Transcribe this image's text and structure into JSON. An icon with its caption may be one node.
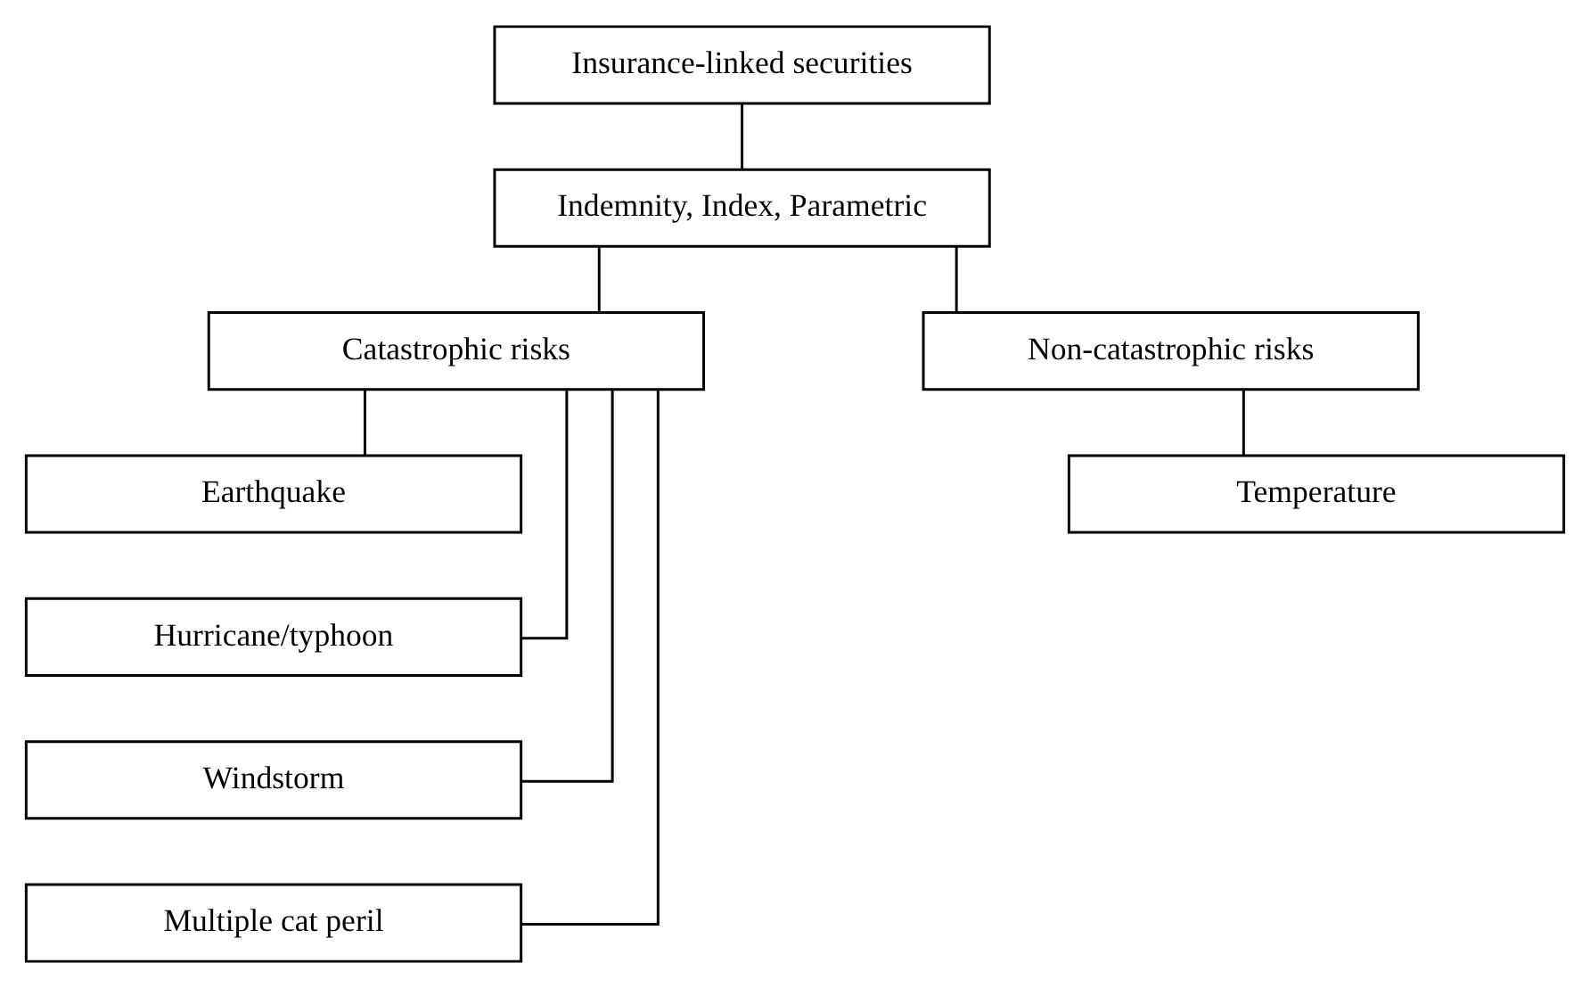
{
  "diagram": {
    "nodes": [
      {
        "text": [
          "Insurance-linked securities"
        ]
      },
      {
        "text": [
          "Indemnity, Index, Parametric"
        ]
      },
      {
        "text": [
          "Catastrophic risks"
        ]
      },
      {
        "text": [
          "Non-catastrophic risks"
        ]
      },
      {
        "text": [
          "Earthquake"
        ]
      },
      {
        "text": [
          "Hurricane/typhoon"
        ]
      },
      {
        "text": [
          "Windstorm"
        ]
      },
      {
        "text": [
          "Multiple cat peril"
        ]
      },
      {
        "text": [
          "Temperature"
        ]
      }
    ],
    "edges": [
      {
        "from": 0,
        "to": 1,
        "arrow": "none"
      },
      {
        "from": 1,
        "to": 2,
        "arrow": "none"
      },
      {
        "from": 1,
        "to": 3,
        "arrow": "none"
      },
      {
        "from": 2,
        "to": 4,
        "arrow": "none"
      },
      {
        "from": 2,
        "to": 5,
        "arrow": "none"
      },
      {
        "from": 2,
        "to": 6,
        "arrow": "none"
      },
      {
        "from": 2,
        "to": 7,
        "arrow": "none"
      },
      {
        "from": 3,
        "to": 8,
        "arrow": "none"
      }
    ]
  }
}
